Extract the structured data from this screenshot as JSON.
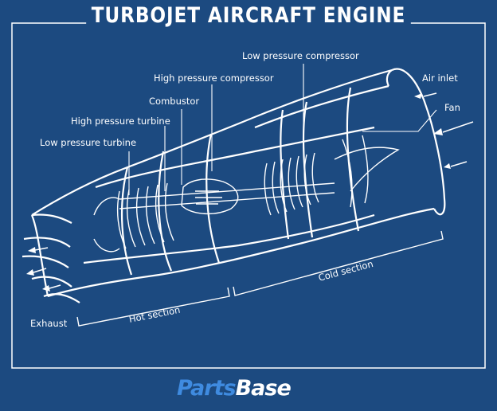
{
  "title": "TURBOJET AIRCRAFT ENGINE",
  "labels": {
    "low_pressure_compressor": "Low pressure compressor",
    "high_pressure_compressor": "High pressure compressor",
    "combustor": "Combustor",
    "high_pressure_turbine": "High pressure turbine",
    "low_pressure_turbine": "Low pressure turbine",
    "air_inlet": "Air inlet",
    "fan": "Fan",
    "exhaust": "Exhaust",
    "hot_section": "Hot section",
    "cold_section": "Cold section"
  },
  "logo": {
    "part1": "Parts",
    "part2": "Base"
  },
  "colors": {
    "background": "#1c4a80",
    "line": "#ffffff",
    "logo_accent": "#3f8be0"
  }
}
